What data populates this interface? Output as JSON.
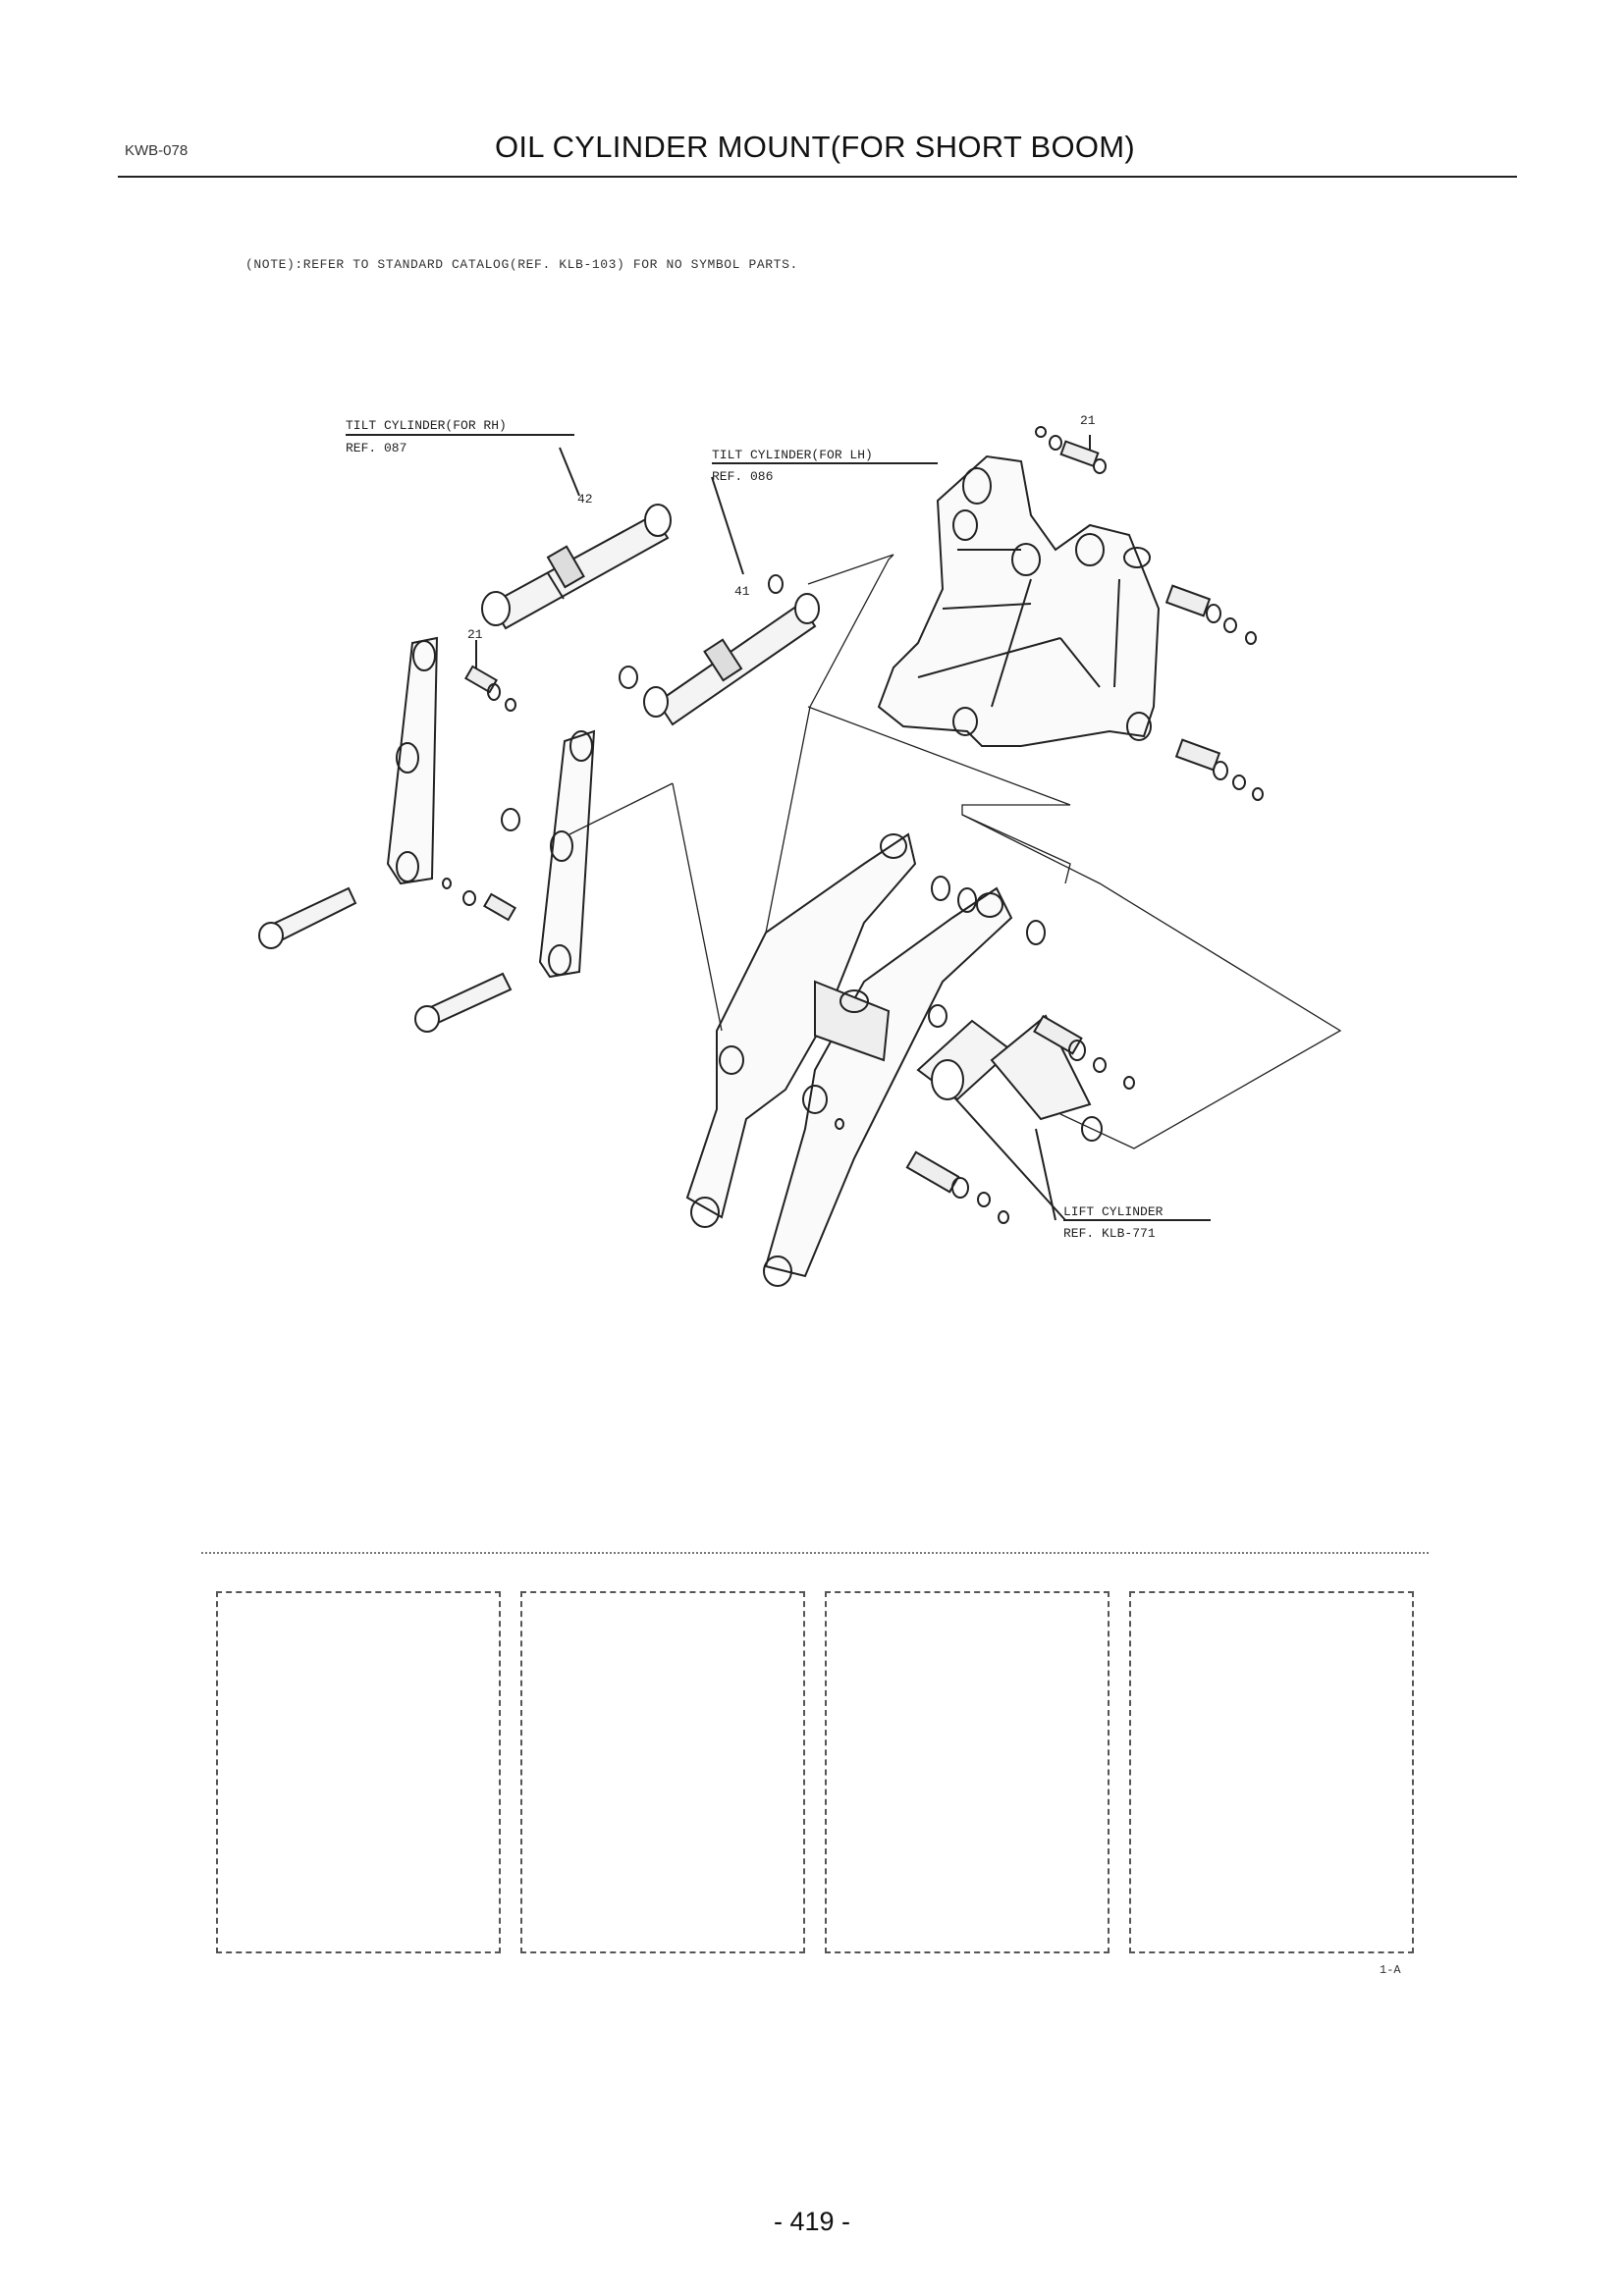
{
  "header": {
    "code": "KWB-078",
    "title": "OIL CYLINDER MOUNT(FOR SHORT BOOM)"
  },
  "note": "(NOTE):REFER TO STANDARD CATALOG(REF. KLB-103) FOR NO SYMBOL PARTS.",
  "callouts": {
    "tilt_rh_label": "TILT CYLINDER(FOR RH)",
    "tilt_rh_ref": "REF. 087",
    "tilt_lh_label": "TILT CYLINDER(FOR LH)",
    "tilt_lh_ref": "REF. 086",
    "lift_label": "LIFT CYLINDER",
    "lift_ref": "REF. KLB-771",
    "item_42": "42",
    "item_41": "41",
    "item_21_left": "21",
    "item_21_right": "21"
  },
  "sheet_id": "1-A",
  "page_number": "- 419 -"
}
